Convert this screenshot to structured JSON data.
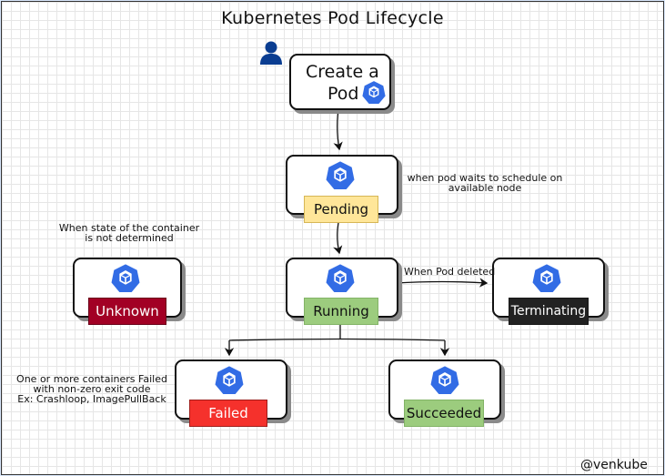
{
  "title": "Kubernetes Pod Lifecycle",
  "create_node": {
    "line1": "Create a",
    "line2": "Pod"
  },
  "states": {
    "pending": "Pending",
    "unknown": "Unknown",
    "running": "Running",
    "terminating": "Terminating",
    "failed": "Failed",
    "succeeded": "Succeeded"
  },
  "notes": {
    "pending_line1": "when pod waits to schedule on",
    "pending_line2": "available node",
    "unknown_line1": "When state of the container",
    "unknown_line2": "is not determined",
    "deleted": "When Pod deleted",
    "failed_line1": "One or more containers Failed",
    "failed_line2": "with non-zero exit code",
    "failed_line3": "Ex: Crashloop, ImagePullBack"
  },
  "footer": "@venkube",
  "colors": {
    "pending": "#ffe699",
    "unknown": "#a20025",
    "running": "#9ccc7e",
    "terminating": "#222222",
    "failed": "#f5312c",
    "succeeded": "#9ccc7e",
    "k8s_blue": "#326ce5",
    "user": "#0a3d91"
  },
  "icons": [
    "user-icon",
    "kubernetes-pod-icon"
  ]
}
